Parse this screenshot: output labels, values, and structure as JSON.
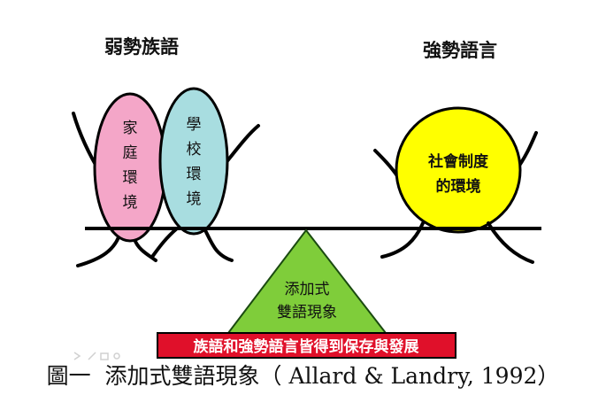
{
  "left_heading": "弱勢族語",
  "right_heading": "強勢語言",
  "home_env": {
    "line1": "家",
    "line2": "庭",
    "line3": "環",
    "line4": "境"
  },
  "school_env": {
    "line1": "學",
    "line2": "校",
    "line3": "環",
    "line4": "境"
  },
  "social_env": {
    "line1": "社會制度",
    "line2": "的環境"
  },
  "fulcrum": {
    "line1": "添加式",
    "line2": "雙語現象"
  },
  "banner": "族語和強勢語言皆得到保存與發展",
  "caption": {
    "label": "圖一",
    "title": "添加式雙語現象",
    "citation": "Allard & Landry, 1992"
  },
  "colors": {
    "home_fill": "#f4a6c8",
    "school_fill": "#a8dde0",
    "social_fill": "#ffff00",
    "fulcrum_fill": "#7fcd3a",
    "banner_fill": "#e0102a",
    "banner_text": "#ffffff",
    "ink": "#000000"
  }
}
